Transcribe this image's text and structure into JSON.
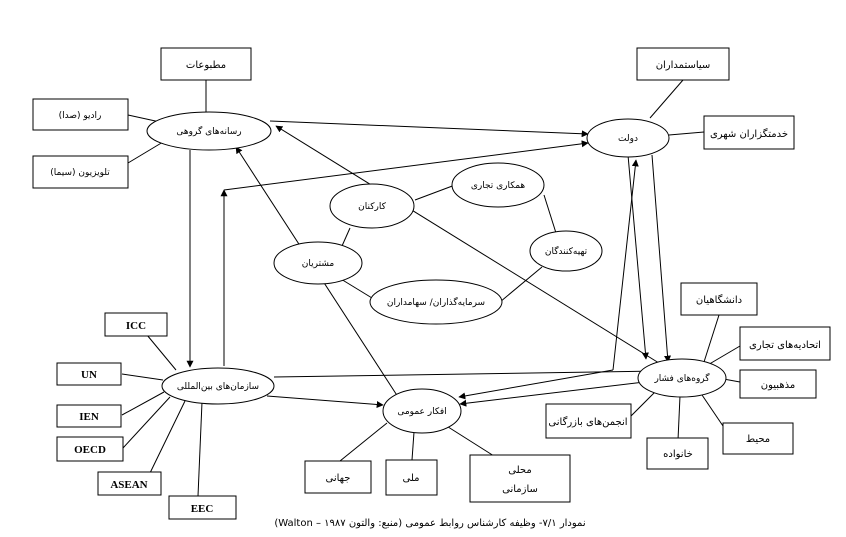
{
  "nodes": {
    "mass_media": "رسانه‌های گروهی",
    "government": "دولت",
    "international_orgs": "سازمان‌های بین‌المللی",
    "public_opinion": "افکار عمومی",
    "pressure_groups": "گروه‌های فشار",
    "employees": "کارکنان",
    "business_partners": "همکاری تجاری",
    "customers": "مشتریان",
    "suppliers": "تهیه‌کنندگان",
    "shareholders": "سرمایه‌گذاران/ سهامداران"
  },
  "boxes": {
    "press": "مطبوعات",
    "radio": "رادیو (صدا)",
    "television": "تلویزیون (سیما)",
    "politicians": "سیاستمداران",
    "civil_servants": "خدمتگزاران شهری",
    "universities": "دانشگاهیان",
    "trade_unions": "اتحادیه‌های تجاری",
    "religious": "مذهبیون",
    "environment": "محیط",
    "family": "خانواده",
    "business_assoc": "انجمن‌های بازرگانی",
    "global": "جهانی",
    "national": "ملی",
    "local": "محلی",
    "organizational": "سازمانی",
    "icc": "ICC",
    "un": "UN",
    "ien": "IEN",
    "oecd": "OECD",
    "asean": "ASEAN",
    "eec": "EEC"
  },
  "caption": "نمودار ۷/۱- وظیفه کارشناس روابط عمومی (منبع: والتون Walton – ۱۹۸۷)"
}
